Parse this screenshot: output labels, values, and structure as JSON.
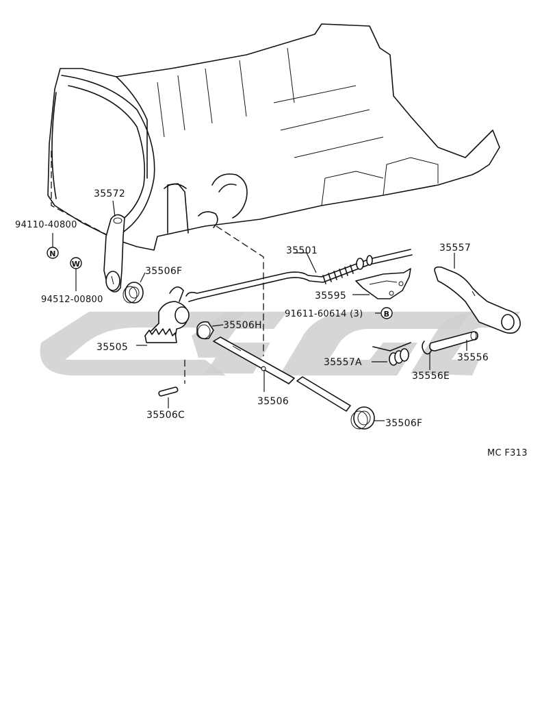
{
  "diagram": {
    "labels": {
      "p35572": "35572",
      "p94110": "94110-40800",
      "p94512": "94512-00800",
      "p35506F_top": "35506F",
      "p35505": "35505",
      "p35506H": "35506H",
      "p35506C": "35506C",
      "p35506": "35506",
      "p35506F_bottom": "35506F",
      "p35501": "35501",
      "p35595": "35595",
      "p91611": "91611-60614 (3)",
      "p35557": "35557",
      "p35557A": "35557A",
      "p35556E": "35556E",
      "p35556": "35556",
      "figure_code": "MC F313"
    },
    "symbols": {
      "nut": "N",
      "washer": "W",
      "bolt": "B"
    }
  },
  "watermark": {
    "color": "#cfcfcf"
  }
}
